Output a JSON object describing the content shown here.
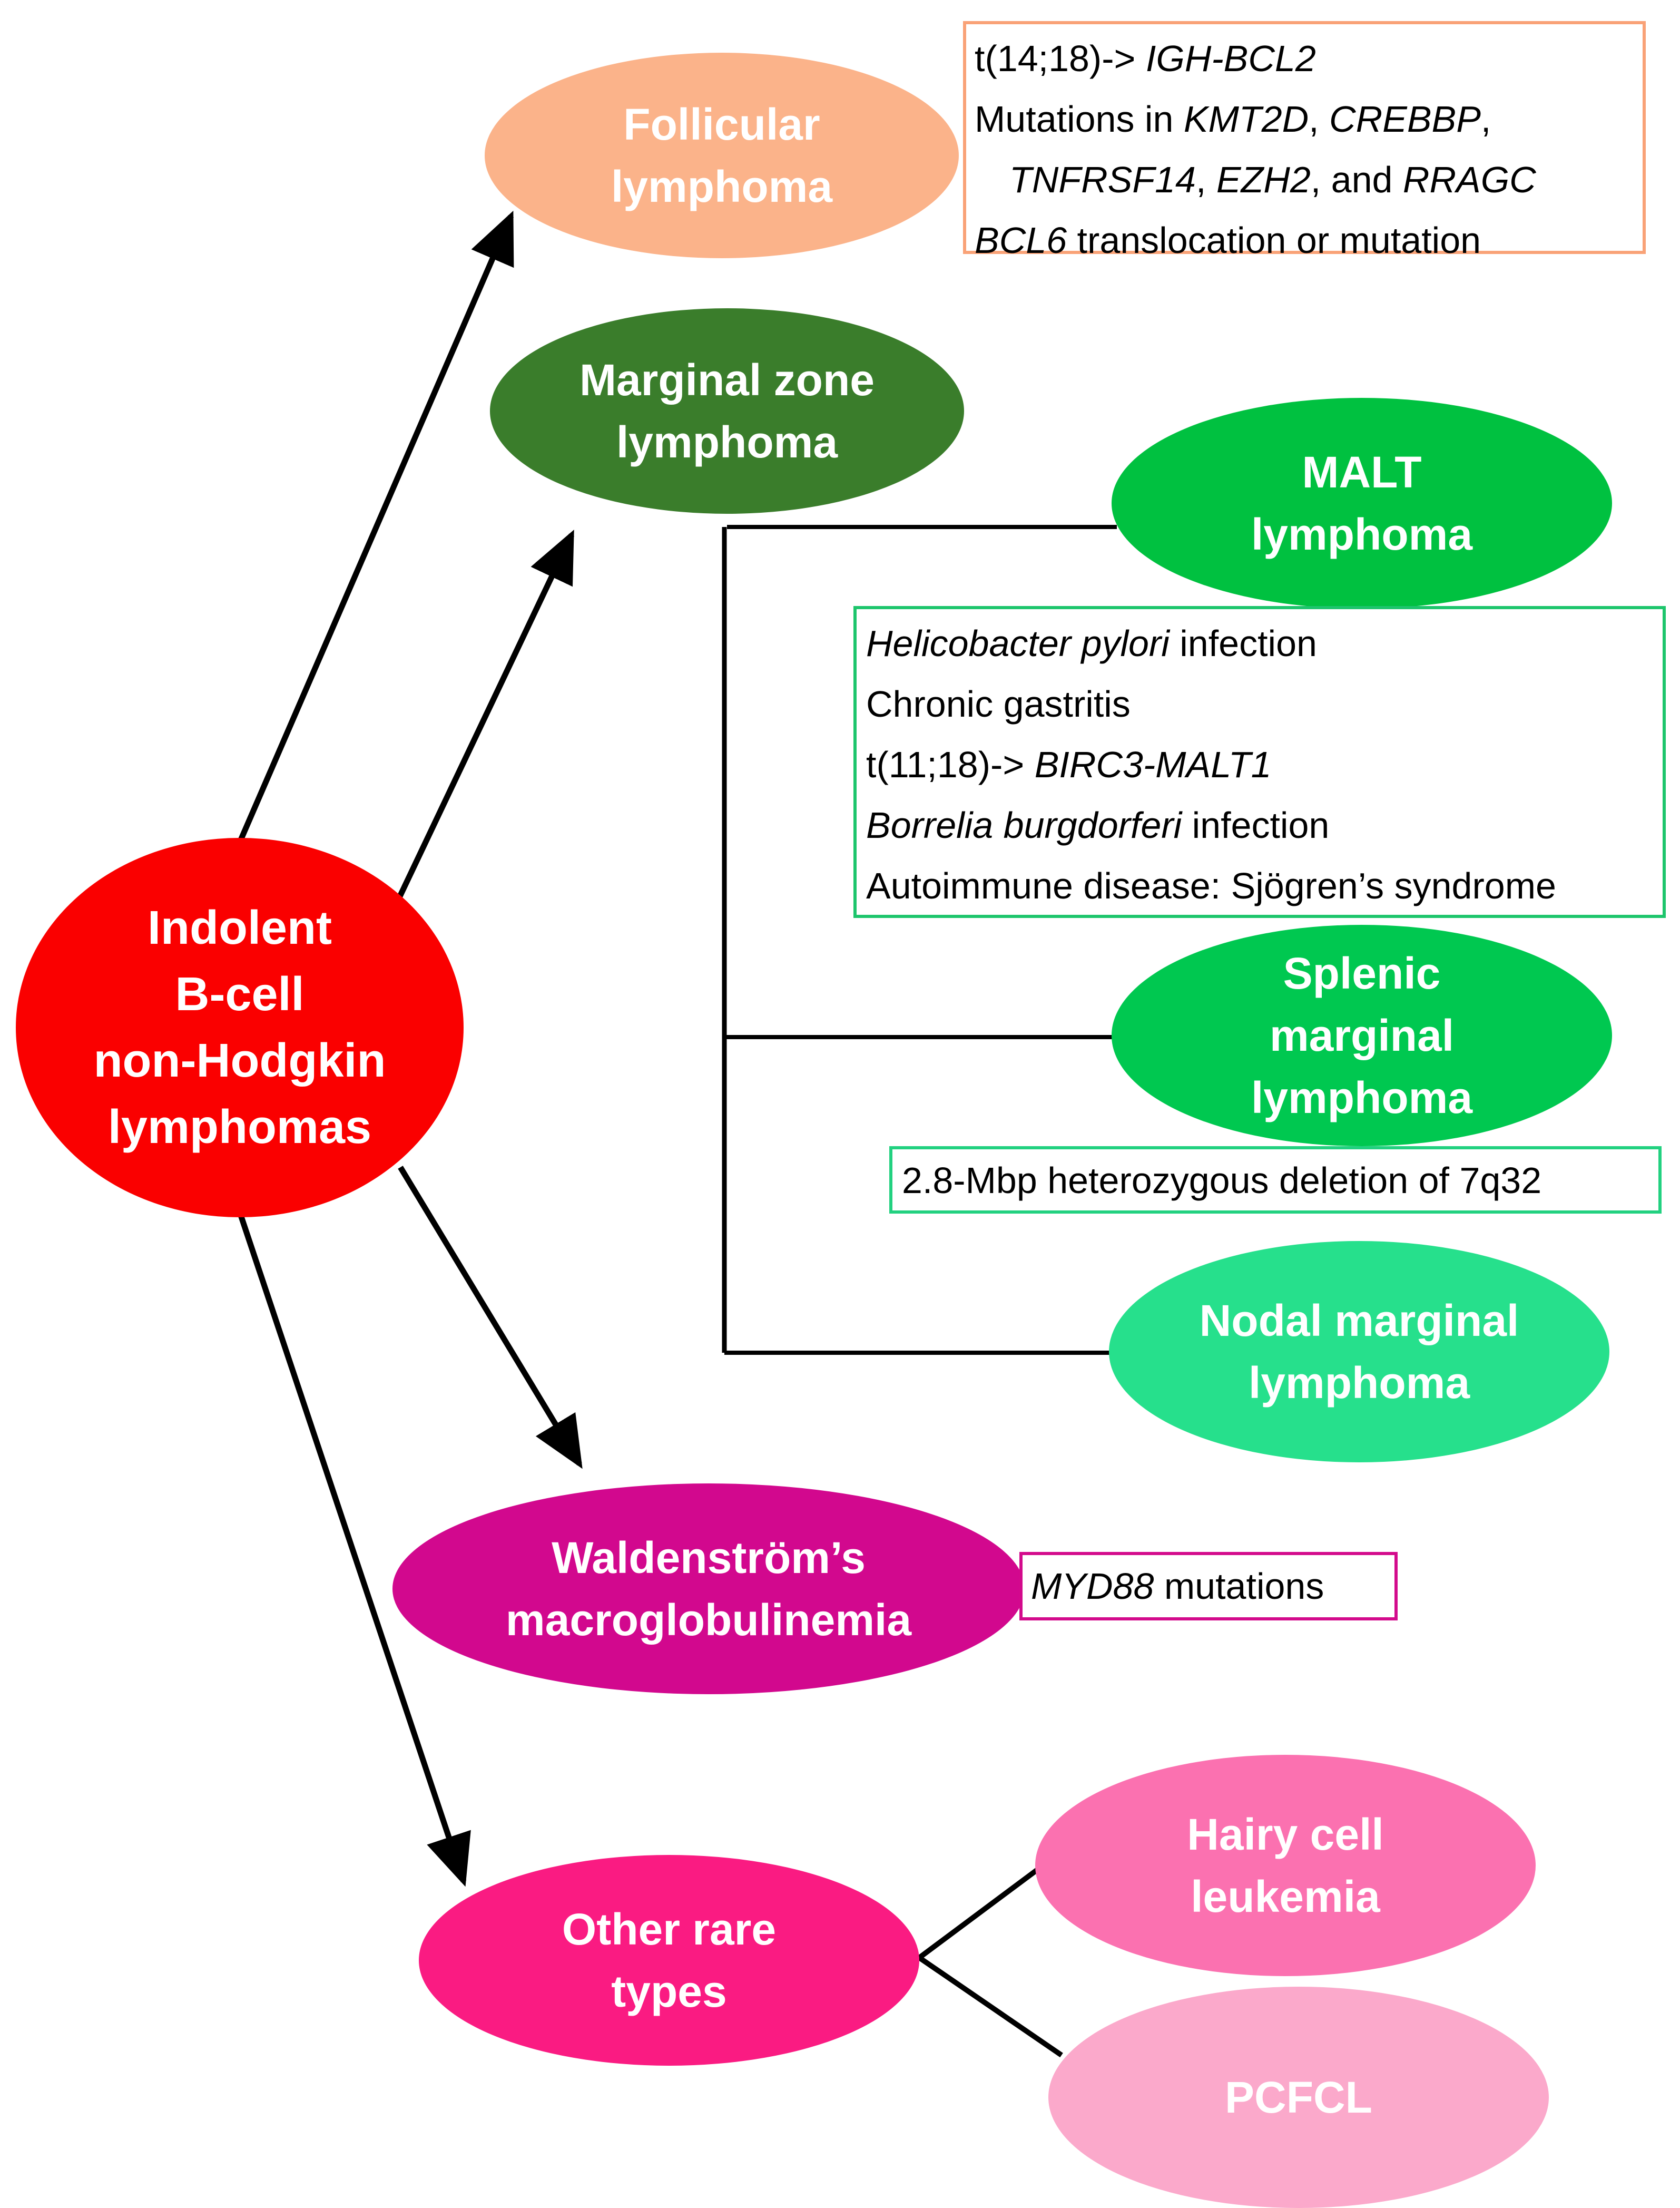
{
  "nodes": {
    "root": {
      "lines": [
        "Indolent",
        "B-cell",
        "non-Hodgkin",
        "lymphomas"
      ],
      "color": "#fa0000"
    },
    "follicular": {
      "lines": [
        "Follicular",
        "lymphoma"
      ],
      "color": "#fbb38a"
    },
    "marginal_zone": {
      "lines": [
        "Marginal zone",
        "lymphoma"
      ],
      "color": "#3a7d2b"
    },
    "malt": {
      "lines": [
        "MALT",
        "lymphoma"
      ],
      "color": "#00c140"
    },
    "splenic": {
      "lines": [
        "Splenic",
        "marginal",
        "lymphoma"
      ],
      "color": "#00c850"
    },
    "nodal": {
      "lines": [
        "Nodal marginal",
        "lymphoma"
      ],
      "color": "#26e08c"
    },
    "waldenstrom": {
      "lines": [
        "Waldenström’s",
        "macroglobulinemia"
      ],
      "color": "#d2088e"
    },
    "other": {
      "lines": [
        "Other rare",
        "types"
      ],
      "color": "#fa1b82"
    },
    "hairy_cell": {
      "lines": [
        "Hairy cell",
        "leukemia"
      ],
      "color": "#fb71b0"
    },
    "pcfcl": {
      "lines": [
        "PCFCL"
      ],
      "color": "#fba9cb"
    }
  },
  "boxes": {
    "follicular": {
      "border_color": "#f9a277",
      "lines": [
        [
          {
            "t": "t(14;18)-> ",
            "i": false
          },
          {
            "t": "IGH-BCL2",
            "i": true
          }
        ],
        [
          {
            "t": "Mutations in ",
            "i": false
          },
          {
            "t": "KMT2D",
            "i": true
          },
          {
            "t": ", ",
            "i": false
          },
          {
            "t": "CREBBP",
            "i": true
          },
          {
            "t": ",",
            "i": false
          }
        ],
        [
          {
            "t": "TNFRSF14",
            "i": true
          },
          {
            "t": ", ",
            "i": false
          },
          {
            "t": "EZH2",
            "i": true
          },
          {
            "t": ", and ",
            "i": false
          },
          {
            "t": "RRAGC",
            "i": true
          }
        ],
        [
          {
            "t": "BCL6",
            "i": true
          },
          {
            "t": " translocation or mutation",
            "i": false
          }
        ]
      ]
    },
    "malt": {
      "border_color": "#1dc56c",
      "lines": [
        [
          {
            "t": "Helicobacter pylori",
            "i": true
          },
          {
            "t": " infection",
            "i": false
          }
        ],
        [
          {
            "t": "Chronic gastritis",
            "i": false
          }
        ],
        [
          {
            "t": "t(11;18)-> ",
            "i": false
          },
          {
            "t": "BIRC3-MALT1",
            "i": true
          }
        ],
        [
          {
            "t": "Borrelia burgdorferi",
            "i": true
          },
          {
            "t": " infection",
            "i": false
          }
        ],
        [
          {
            "t": "Autoimmune disease: Sjögren’s syndrome",
            "i": false
          }
        ]
      ]
    },
    "splenic": {
      "border_color": "#22d180",
      "lines": [
        [
          {
            "t": "2.8-Mbp heterozygous deletion of 7q32",
            "i": false
          }
        ]
      ]
    },
    "waldenstrom": {
      "border_color": "#d30a8c",
      "lines": [
        [
          {
            "t": "MYD88",
            "i": true
          },
          {
            "t": " mutations",
            "i": false
          }
        ]
      ]
    }
  },
  "connector_color": "#000000"
}
